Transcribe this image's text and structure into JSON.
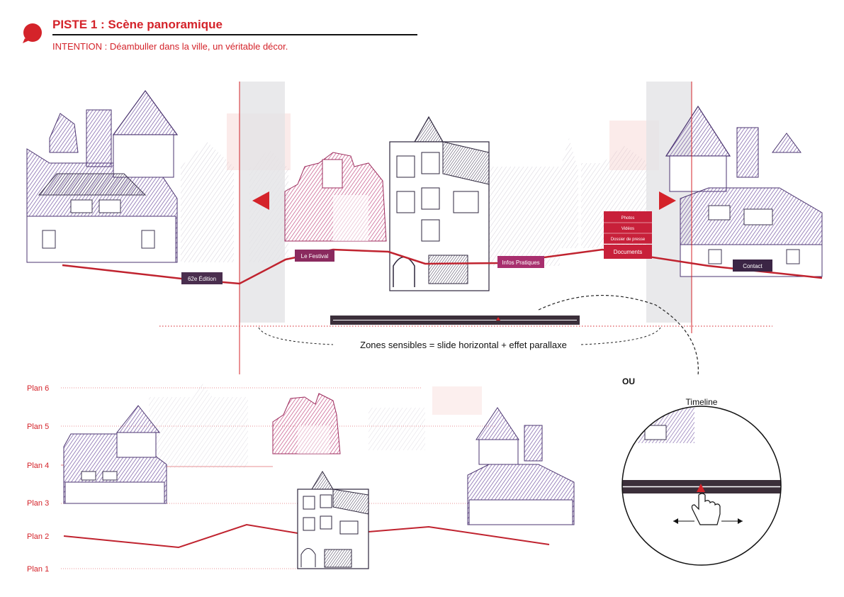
{
  "header": {
    "title": "PISTE 1 : Scène panoramique",
    "subtitle": "INTENTION : Déambuller dans la ville, un véritable décor."
  },
  "menu": {
    "edition": "62e Édition",
    "festival": "Le Festival",
    "infos": "Infos Pratiques",
    "photos": "Photos",
    "videos": "Vidéos",
    "dossier": "Dossier de presse",
    "documents": "Documents",
    "contact": "Contact"
  },
  "annotations": {
    "zones": "Zones sensibles = slide horizontal + effet parallaxe",
    "ou": "OU",
    "timeline": "Timeline"
  },
  "plans": [
    "Plan 6",
    "Plan 5",
    "Plan 4",
    "Plan 3",
    "Plan 2",
    "Plan 1"
  ],
  "colors": {
    "accent": "#d4232a",
    "purple": "#6a4a9c",
    "pink": "#c0437a",
    "dark": "#3b2f3a",
    "menuRed": "#c8203a"
  }
}
